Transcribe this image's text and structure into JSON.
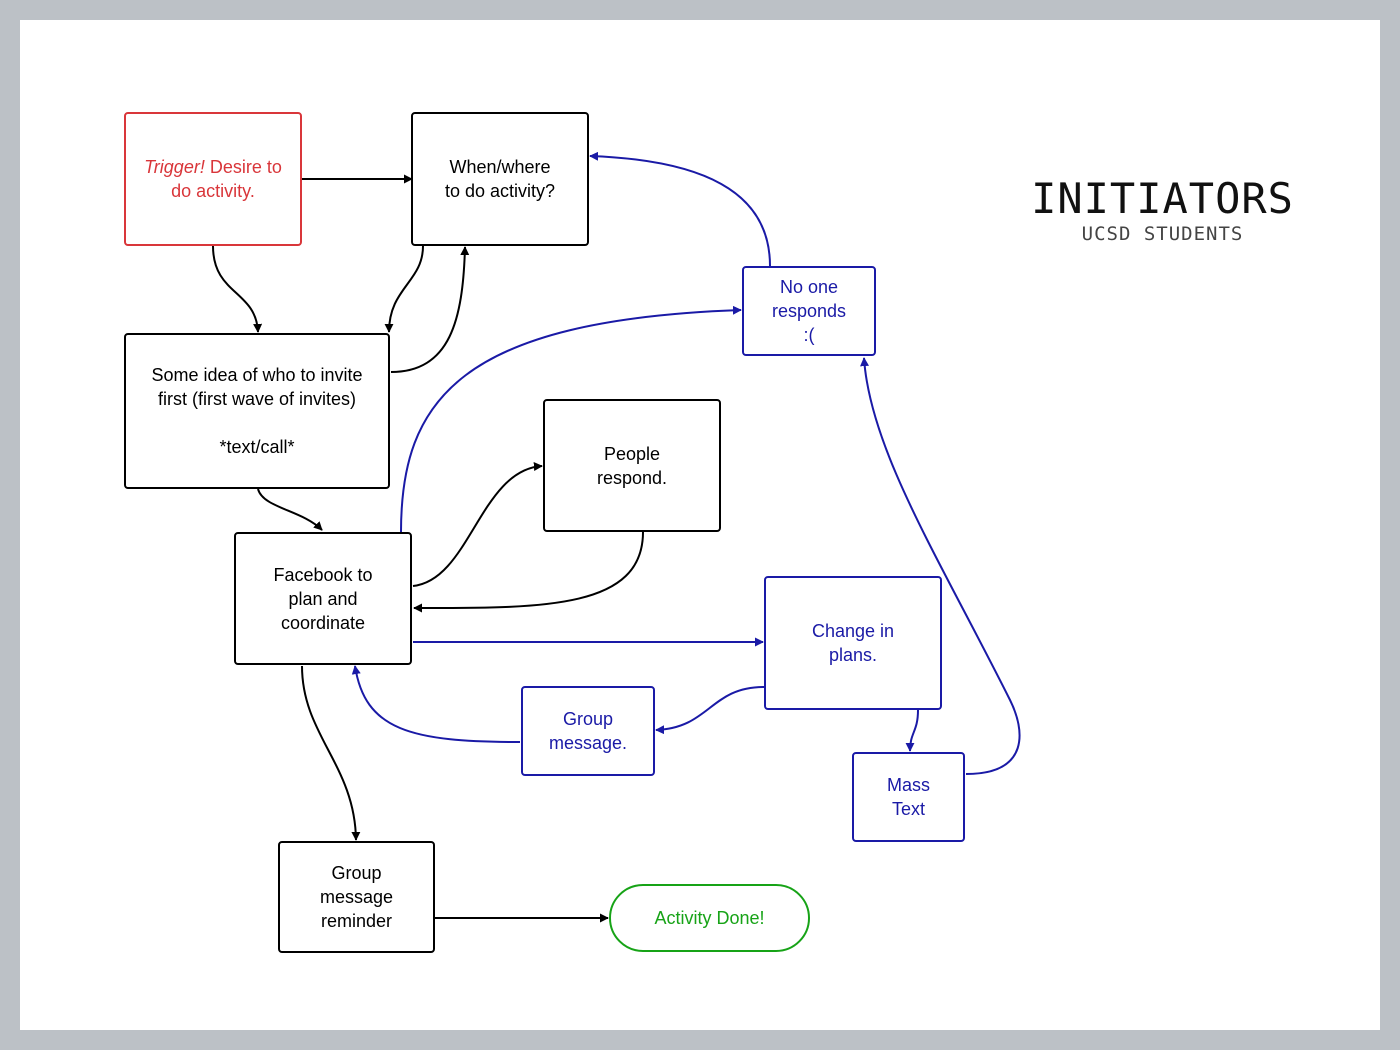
{
  "title": {
    "main": "INITIATORS",
    "subtitle": "UCSD STUDENTS"
  },
  "colors": {
    "black": "#000000",
    "red": "#d9363a",
    "blue": "#1a1aa6",
    "green": "#17a317"
  },
  "nodes": {
    "trigger": {
      "emphasis": "Trigger!",
      "text": " Desire to do activity."
    },
    "when_where": {
      "text": "When/where\nto do activity?"
    },
    "who_to_invite": {
      "text": "Some idea of who to invite first (first wave of invites)\n\n*text/call*"
    },
    "facebook": {
      "text": "Facebook to\nplan and\ncoordinate"
    },
    "people_respond": {
      "text": "People\nrespond."
    },
    "no_one_responds": {
      "text": "No one\nresponds\n:("
    },
    "change_in_plans": {
      "text": "Change in\nplans."
    },
    "group_message": {
      "text": "Group\nmessage."
    },
    "mass_text": {
      "text": "Mass\nText"
    },
    "group_reminder": {
      "text": "Group\nmessage\nreminder"
    },
    "activity_done": {
      "text": "Activity Done!"
    }
  },
  "edges": [
    {
      "from": "trigger",
      "to": "when_where",
      "color": "black"
    },
    {
      "from": "trigger",
      "to": "who_to_invite",
      "color": "black"
    },
    {
      "from": "when_where",
      "to": "who_to_invite",
      "color": "black"
    },
    {
      "from": "who_to_invite",
      "to": "when_where",
      "color": "black"
    },
    {
      "from": "who_to_invite",
      "to": "facebook",
      "color": "black"
    },
    {
      "from": "facebook",
      "to": "people_respond",
      "color": "black"
    },
    {
      "from": "people_respond",
      "to": "facebook",
      "color": "black"
    },
    {
      "from": "facebook",
      "to": "no_one_responds",
      "color": "blue"
    },
    {
      "from": "no_one_responds",
      "to": "when_where",
      "color": "blue"
    },
    {
      "from": "facebook",
      "to": "change_in_plans",
      "color": "blue"
    },
    {
      "from": "change_in_plans",
      "to": "group_message",
      "color": "blue"
    },
    {
      "from": "group_message",
      "to": "facebook",
      "color": "blue"
    },
    {
      "from": "change_in_plans",
      "to": "mass_text",
      "color": "blue"
    },
    {
      "from": "mass_text",
      "to": "no_one_responds",
      "color": "blue"
    },
    {
      "from": "facebook",
      "to": "group_reminder",
      "color": "black"
    },
    {
      "from": "group_reminder",
      "to": "activity_done",
      "color": "black"
    }
  ]
}
